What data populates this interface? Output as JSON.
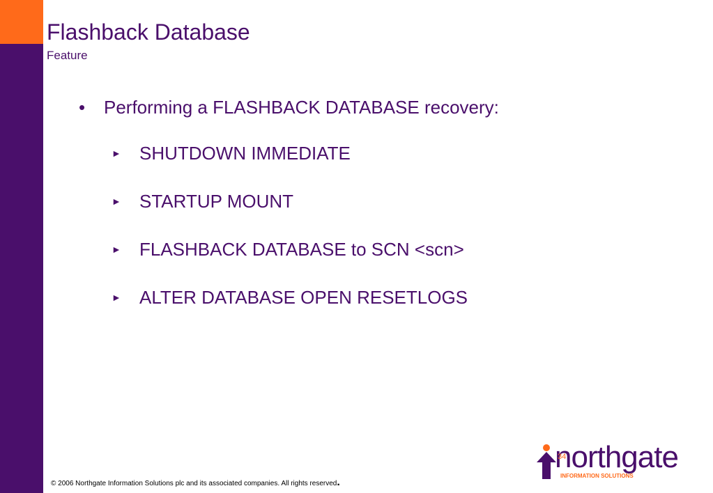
{
  "slide": {
    "title": "Flashback Database",
    "subtitle": "Feature",
    "main_bullet_marker": "•",
    "main_bullet": "Performing a FLASHBACK DATABASE recovery:",
    "sub_bullet_marker": "►",
    "sub_bullets": [
      "SHUTDOWN IMMEDIATE",
      "STARTUP MOUNT",
      "FLASHBACK DATABASE to SCN <scn>",
      "ALTER DATABASE OPEN RESETLOGS"
    ],
    "page_number": "34"
  },
  "footer": {
    "copyright": "© 2006 Northgate Information Solutions plc and its associated companies.  All rights reserved",
    "end_mark": "."
  },
  "logo": {
    "word": "northgate",
    "tagline": "INFORMATION SOLUTIONS"
  },
  "colors": {
    "purple": "#4a0f6b",
    "orange": "#ff6a1a"
  }
}
